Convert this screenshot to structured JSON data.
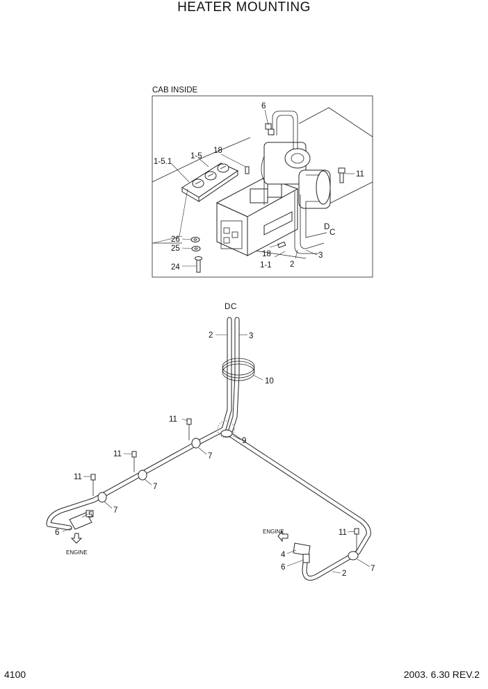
{
  "header": {
    "title": "HEATER MOUNTING"
  },
  "footer": {
    "page_number": "4100",
    "date_revision": "2003. 6.30  REV.2"
  },
  "cab_detail": {
    "caption": "CAB INSIDE",
    "labels": {
      "p6": "6",
      "p18a": "18",
      "p15": "1-5",
      "p151": "1-5.1",
      "p11": "11",
      "pD": "D",
      "pC": "C",
      "p26": "26",
      "p25": "25",
      "p24": "24",
      "p18b": "18",
      "p11b": "1-1",
      "p2": "2",
      "p3": "3"
    }
  },
  "piping": {
    "labels": {
      "top_d": "D",
      "top_c": "C",
      "p2a": "2",
      "p3": "3",
      "p10": "10",
      "p11a": "11",
      "p9": "9",
      "p7a": "7",
      "p11b": "11",
      "p7b": "7",
      "p11c": "11",
      "p7c": "7",
      "p5": "5",
      "p6a": "6",
      "engine_left": "ENGINE",
      "engine_right": "ENGINE",
      "p11d": "11",
      "p4": "4",
      "p6b": "6",
      "p2b": "2",
      "p7d": "7"
    }
  }
}
